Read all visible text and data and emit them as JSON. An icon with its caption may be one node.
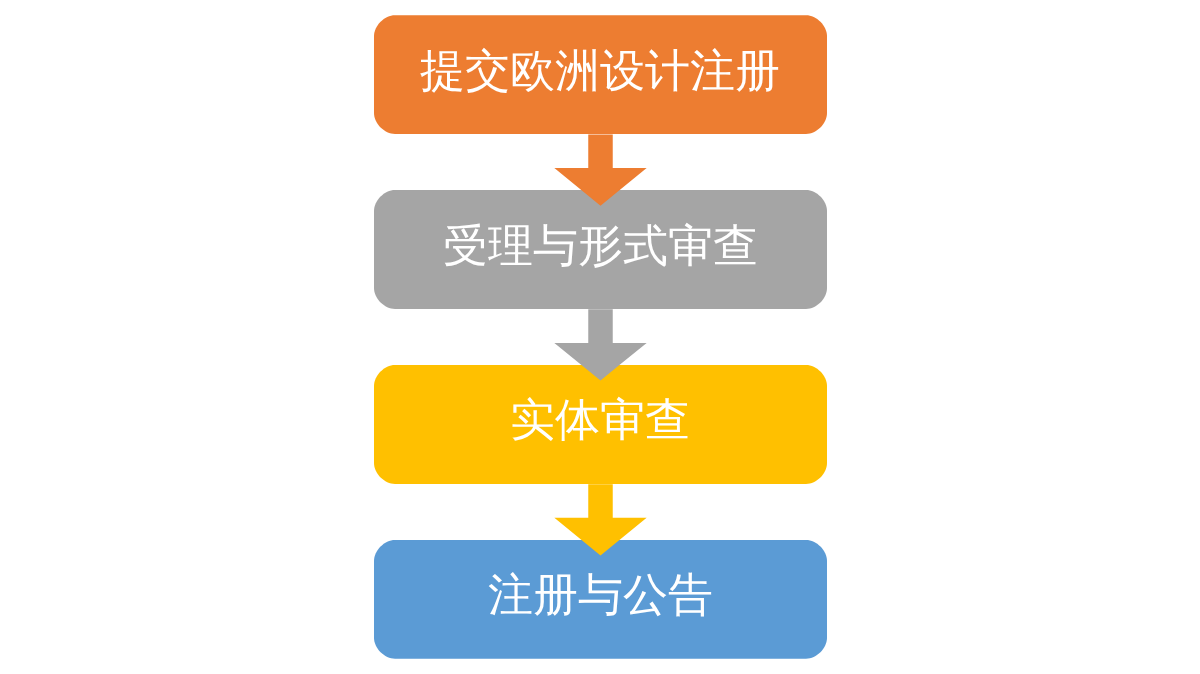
{
  "diagram": {
    "nodes": [
      {
        "text": [
          "提交欧洲设计注册"
        ]
      },
      {
        "text": [
          "受理与形式审查"
        ]
      },
      {
        "text": [
          "实体审查"
        ]
      },
      {
        "text": [
          "注册与公告"
        ]
      }
    ],
    "edges": [
      {
        "from": 0,
        "to": 1,
        "arrow": "to",
        "color": "#ed7d31"
      },
      {
        "from": 1,
        "to": 2,
        "arrow": "to",
        "color": "#a5a5a5"
      },
      {
        "from": 2,
        "to": 3,
        "arrow": "to",
        "color": "#ffc000"
      }
    ]
  }
}
